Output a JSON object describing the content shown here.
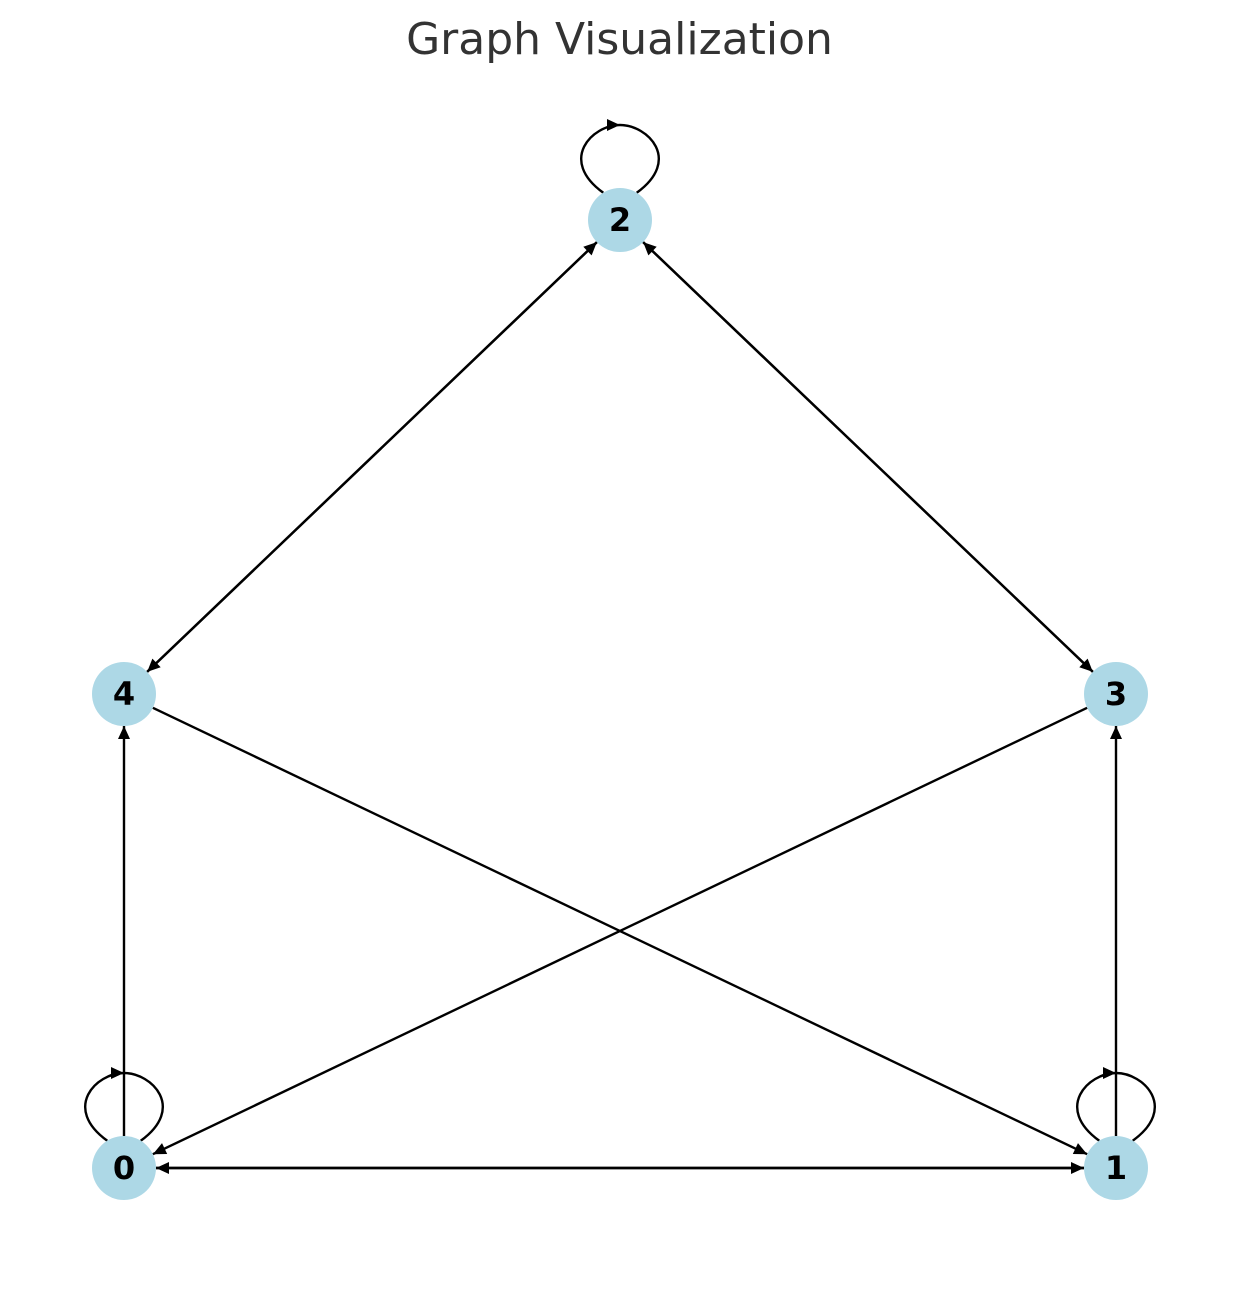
{
  "title": "Graph Visualization",
  "style": {
    "node_color": "#add8e6",
    "edge_color": "#000000",
    "label_color": "#000000",
    "title_color": "#333333"
  },
  "nodes": [
    {
      "id": "0",
      "label": "0"
    },
    {
      "id": "1",
      "label": "1"
    },
    {
      "id": "2",
      "label": "2"
    },
    {
      "id": "3",
      "label": "3"
    },
    {
      "id": "4",
      "label": "4"
    }
  ],
  "edges": [
    {
      "from": "0",
      "to": "0"
    },
    {
      "from": "1",
      "to": "1"
    },
    {
      "from": "2",
      "to": "2"
    },
    {
      "from": "0",
      "to": "1"
    },
    {
      "from": "1",
      "to": "0"
    },
    {
      "from": "0",
      "to": "4"
    },
    {
      "from": "1",
      "to": "3"
    },
    {
      "from": "2",
      "to": "3"
    },
    {
      "from": "3",
      "to": "2"
    },
    {
      "from": "2",
      "to": "4"
    },
    {
      "from": "4",
      "to": "2"
    },
    {
      "from": "3",
      "to": "0"
    },
    {
      "from": "4",
      "to": "1"
    }
  ]
}
